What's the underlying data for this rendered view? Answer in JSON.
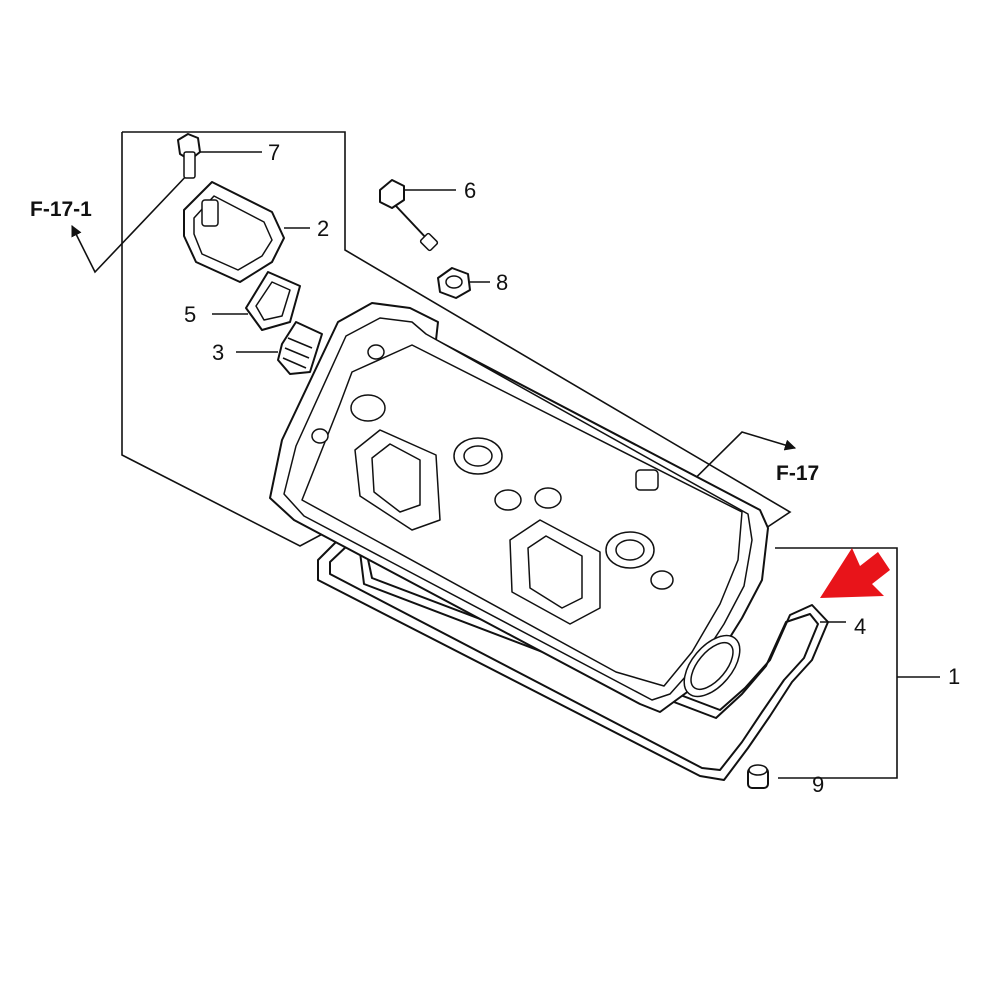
{
  "references": {
    "upper": "F-17-1",
    "right": "F-17"
  },
  "callouts": {
    "p1": "1",
    "p2": "2",
    "p3": "3",
    "p4": "4",
    "p5": "5",
    "p6": "6",
    "p7": "7",
    "p8": "8",
    "p9": "9"
  },
  "highlight_color": "#e8141a"
}
